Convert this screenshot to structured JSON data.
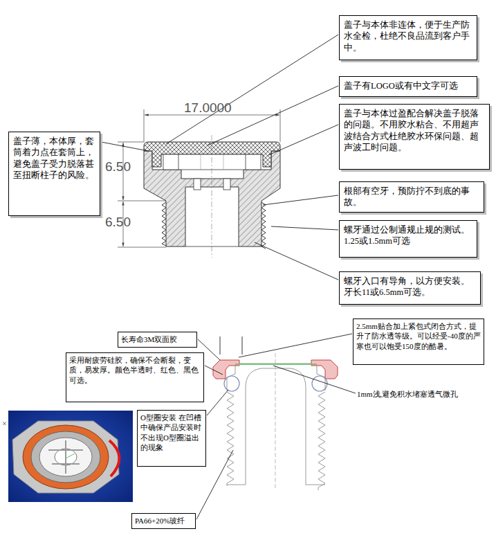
{
  "diagram": {
    "nodes": [
      {
        "text": [
          "盖子与本体非连体，便于生产防水全检，杜绝不良品流到客户手中。"
        ]
      },
      {
        "text": [
          "盖子有LOGO或有中文字可选"
        ]
      },
      {
        "text": [
          "盖子与本体过盈配合解决盖子脱落的问题。不用胶水粘合、不用超声波结合方式杜绝胶水环保问题、超声波工时问题。"
        ]
      },
      {
        "text": [
          "根部有空牙，预防拧不到底的事故。"
        ]
      },
      {
        "text": [
          "螺牙通过公制通规止规的测试。 1.25或1.5mm可选"
        ]
      },
      {
        "text": [
          "螺牙入口有导角，以方便安装。 牙长11或6.5mm可选。"
        ]
      },
      {
        "text": [
          "盖子薄，本体厚，套筒着力点在套筒上，避免盖子受力脱落甚至扭断柱子的风险。"
        ]
      },
      {
        "text": [
          "长寿命3M双面胶"
        ]
      },
      {
        "text": [
          "采用耐疲劳硅胶，确保不会断裂，变质，易发厚。颜色半透时、红色、黑色可选。"
        ]
      },
      {
        "text": [
          "2.5mm贴合加上紧包式闭合方式，提升了防水透等级。可以经受-40度的严寒也可以饱受150度的酷暑。"
        ]
      },
      {
        "text": [
          "O型圈安装 在凹槽中确保产品安装时不出现O型圈溢出的现象"
        ]
      },
      {
        "text": [
          "PA66+20%玻纤"
        ]
      }
    ],
    "labels": [
      "17.0000",
      "6.50",
      "6.50",
      "1mm浅,避免积水堵塞透气微孔",
      "×"
    ]
  }
}
